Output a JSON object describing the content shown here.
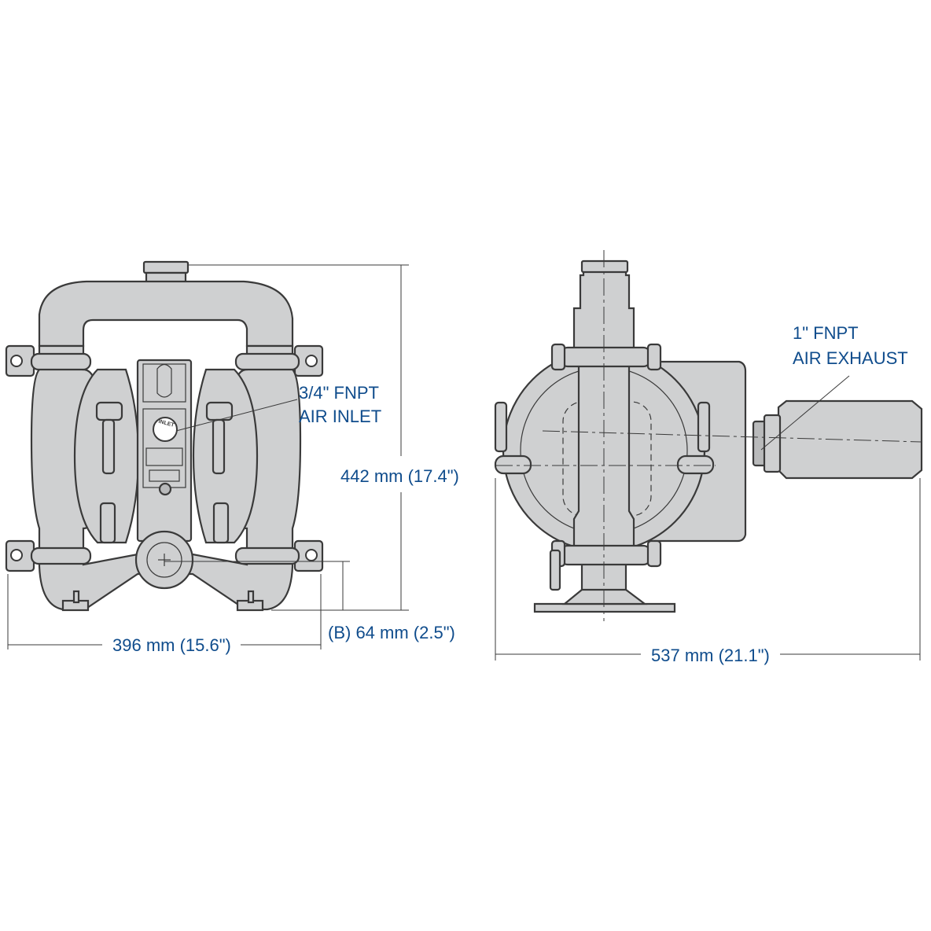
{
  "front_view": {
    "height_label": "442 mm (17.4\")",
    "width_label": "396 mm (15.6\")",
    "b_label": "(B) 64 mm (2.5\")",
    "air_inlet_line1": "3/4\" FNPT",
    "air_inlet_line2": "AIR INLET",
    "inlet_plate_text": "INLET"
  },
  "side_view": {
    "length_label": "537 mm (21.1\")",
    "air_exhaust_line1": "1\" FNPT",
    "air_exhaust_line2": "AIR EXHAUST"
  },
  "colors": {
    "label": "#0f4c8c",
    "body": "#cfd0d1",
    "outline": "#3a3a3a"
  }
}
